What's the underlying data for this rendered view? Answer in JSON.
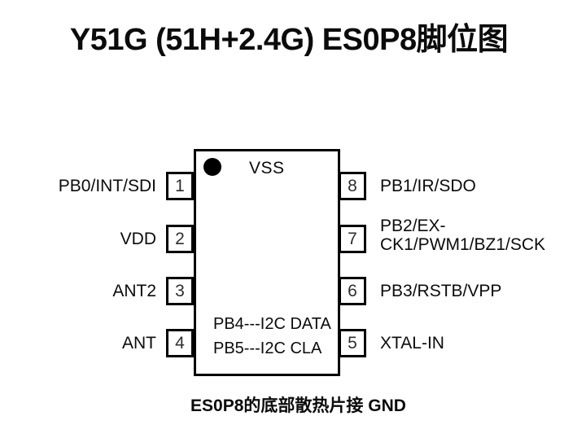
{
  "title": "Y51G (51H+2.4G) ES0P8脚位图",
  "caption": "ES0P8的底部散热片接 GND",
  "chip": {
    "top_label": "VSS",
    "inner_lines": [
      "PB4---I2C DATA",
      "PB5---I2C CLA"
    ]
  },
  "pins": {
    "left": [
      {
        "number": "1",
        "label": "PB0/INT/SDI"
      },
      {
        "number": "2",
        "label": "VDD"
      },
      {
        "number": "3",
        "label": "ANT2"
      },
      {
        "number": "4",
        "label": "ANT"
      }
    ],
    "right": [
      {
        "number": "8",
        "label_lines": [
          "PB1/IR/SDO"
        ]
      },
      {
        "number": "7",
        "label_lines": [
          "PB2/EX-",
          "CK1/PWM1/BZ1/SCK"
        ]
      },
      {
        "number": "6",
        "label_lines": [
          "PB3/RSTB/VPP"
        ]
      },
      {
        "number": "5",
        "label_lines": [
          "XTAL-IN"
        ]
      }
    ]
  },
  "colors": {
    "ink": "#000000",
    "pin_number": "#2e2e2e",
    "background": "#ffffff"
  }
}
